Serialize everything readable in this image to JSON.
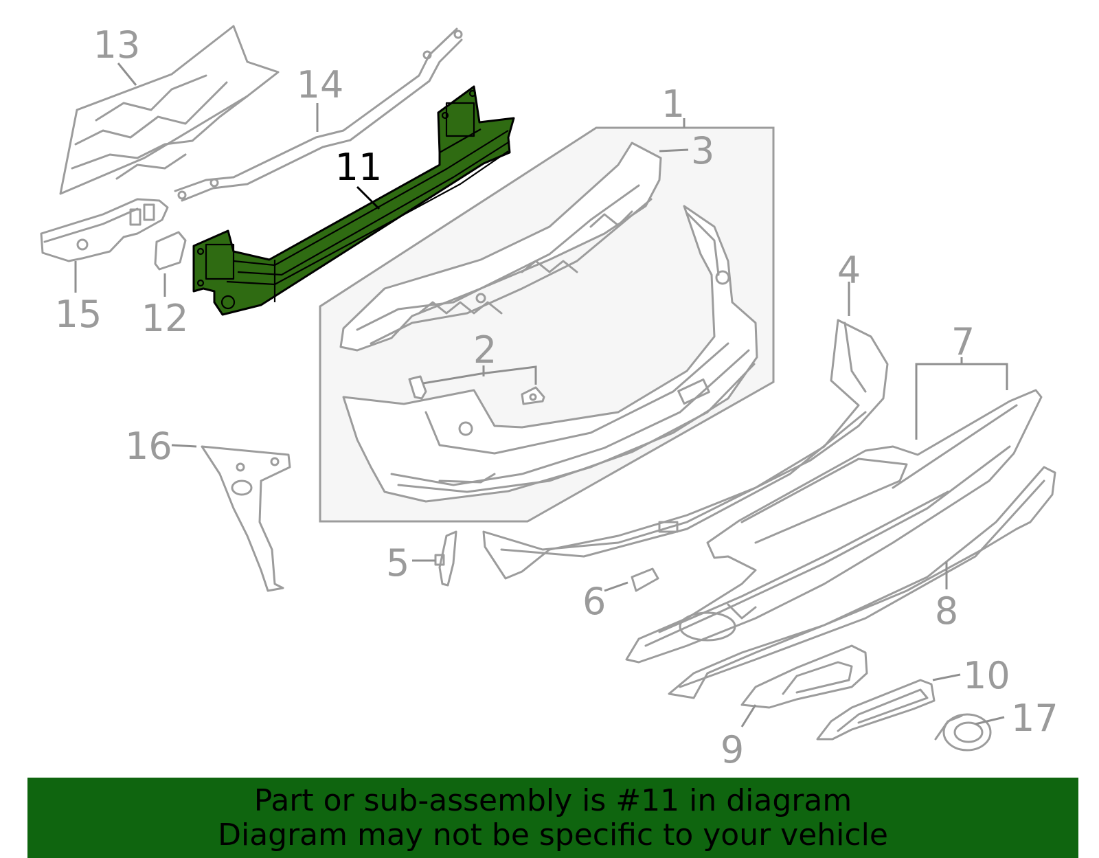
{
  "diagram": {
    "highlight_color": "#2f6b12",
    "banner_color": "#0f650f",
    "callouts": [
      {
        "id": "c1",
        "label": "1"
      },
      {
        "id": "c2",
        "label": "2"
      },
      {
        "id": "c3",
        "label": "3"
      },
      {
        "id": "c4",
        "label": "4"
      },
      {
        "id": "c5",
        "label": "5"
      },
      {
        "id": "c6",
        "label": "6"
      },
      {
        "id": "c7",
        "label": "7"
      },
      {
        "id": "c8",
        "label": "8"
      },
      {
        "id": "c9",
        "label": "9"
      },
      {
        "id": "c10",
        "label": "10"
      },
      {
        "id": "c11",
        "label": "11"
      },
      {
        "id": "c12",
        "label": "12"
      },
      {
        "id": "c13",
        "label": "13"
      },
      {
        "id": "c14",
        "label": "14"
      },
      {
        "id": "c15",
        "label": "15"
      },
      {
        "id": "c16",
        "label": "16"
      },
      {
        "id": "c17",
        "label": "17"
      }
    ],
    "highlighted_part": "11"
  },
  "banner": {
    "line1": "Part or sub-assembly is #11 in diagram",
    "line2": "Diagram may not be specific to your vehicle"
  }
}
